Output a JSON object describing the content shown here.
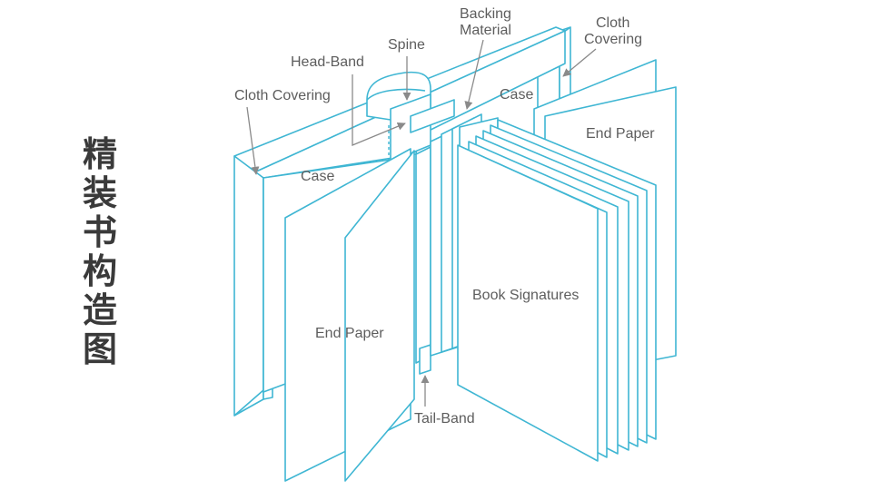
{
  "side_title": [
    "精",
    "装",
    "书",
    "构",
    "造",
    "图"
  ],
  "labels": {
    "cloth_covering_left": "Cloth Covering",
    "head_band": "Head-Band",
    "spine": "Spine",
    "backing_material_line1": "Backing",
    "backing_material_line2": "Material",
    "cloth_covering_right_line1": "Cloth",
    "cloth_covering_right_line2": "Covering",
    "case_left": "Case",
    "case_right": "Case",
    "end_paper_left": "End Paper",
    "end_paper_right": "End Paper",
    "book_signatures": "Book Signatures",
    "tail_band": "Tail-Band"
  },
  "colors": {
    "line": "#3fb6d3",
    "text": "#5d5d5d",
    "arrow": "#8a8a8a"
  }
}
